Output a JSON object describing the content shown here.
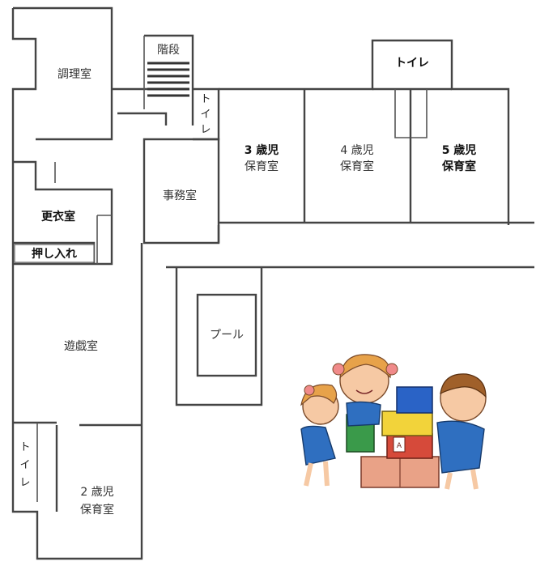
{
  "rooms": {
    "kitchen": "調理室",
    "stairs": "階段",
    "toilet_top": "トイレ",
    "toilet_small": [
      "ト",
      "イ",
      "レ"
    ],
    "toilet_left": [
      "ト",
      "イ",
      "レ"
    ],
    "class3": [
      "3 歳児",
      "保育室"
    ],
    "class4": [
      "4 歳児",
      "保育室"
    ],
    "class5": [
      "5 歳児",
      "保育室"
    ],
    "office": "事務室",
    "changing": "更衣室",
    "closet": "押し入れ",
    "playroom": "遊戯室",
    "class2": [
      "2 歳児",
      "保育室"
    ],
    "pool": "プール"
  },
  "illustration": {
    "block_letter": "A"
  },
  "colors": {
    "wall": "#444444",
    "skin": "#f6c9a4",
    "uniform": "#2f6fc0",
    "block_yellow": "#f2d33a",
    "block_blue": "#2a63c6",
    "block_red": "#d64a3a",
    "block_green": "#3a9a4a",
    "block_salmon": "#e9a287"
  }
}
